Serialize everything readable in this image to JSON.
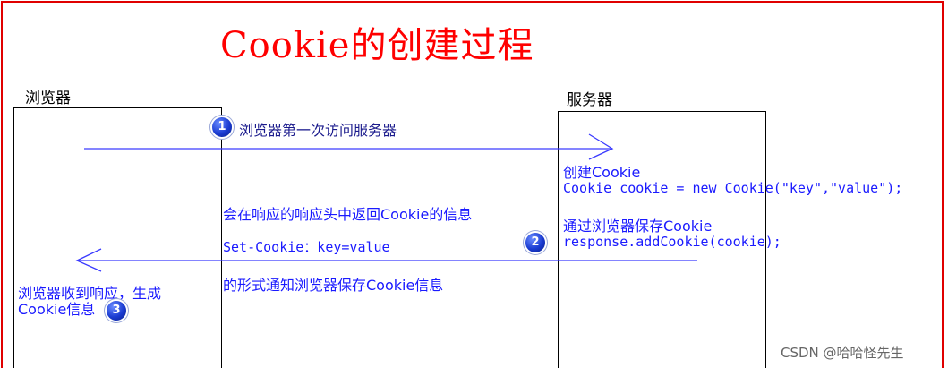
{
  "title": "Cookie的创建过程",
  "browser_label": "浏览器",
  "server_label": "服务器",
  "step1": {
    "number": "1",
    "text": "浏览器第一次访问服务器"
  },
  "server_actions": {
    "line1": "创建Cookie",
    "line2": "Cookie cookie = new Cookie(\"key\",\"value\");",
    "line3": "通过浏览器保存Cookie",
    "line4": "response.addCookie(cookie);"
  },
  "response_notes": {
    "line1": "会在响应的响应头中返回Cookie的信息",
    "line2": "Set-Cookie：key=value",
    "line3": "的形式通知浏览器保存Cookie信息"
  },
  "step2": {
    "number": "2"
  },
  "step3": {
    "number": "3",
    "line1": "浏览器收到响应，生成",
    "line2": "Cookie信息"
  },
  "watermark": "CSDN @哈哈怪先生",
  "colors": {
    "title": "#ff0000",
    "frame": "#e00000",
    "annotation": "#1a1aff",
    "arrow": "#3a3aff",
    "badge": "#1a3bd1"
  }
}
